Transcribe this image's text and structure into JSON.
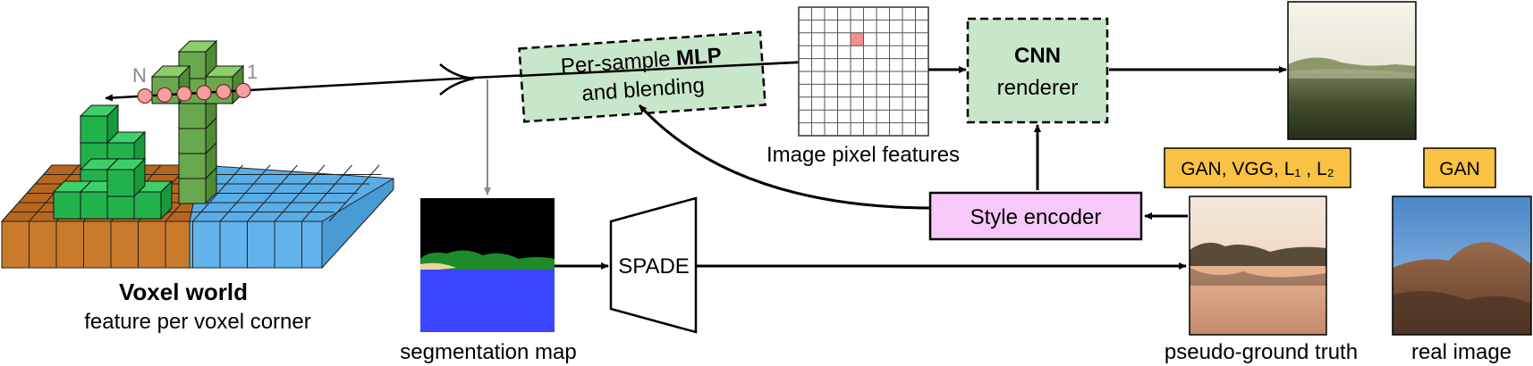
{
  "voxel": {
    "title": "Voxel world",
    "subtitle": "feature per voxel corner",
    "ray_far_label": "N",
    "ray_near_label": "1"
  },
  "mlp": {
    "line1_normal": "Per-sample ",
    "line1_bold": "MLP",
    "line2": "and blending"
  },
  "pixel_grid": {
    "caption": "Image pixel features",
    "rows": 10,
    "cols": 10,
    "highlight_cell": [
      4,
      2
    ]
  },
  "cnn": {
    "title": "CNN",
    "subtitle": "renderer"
  },
  "style_encoder": {
    "label": "Style encoder"
  },
  "segmentation": {
    "caption": "segmentation map"
  },
  "spade": {
    "label": "SPADE"
  },
  "losses": {
    "pseudo": "GAN, VGG, L₁ , L₂",
    "real": "GAN"
  },
  "captions": {
    "pseudo_gt": "pseudo-ground truth",
    "real": "real image"
  },
  "colors": {
    "mlp_fill": "#c8e6c9",
    "cnn_fill": "#c8e6c9",
    "style_fill": "#f8c8f8",
    "loss_fill": "#f9c245",
    "voxel_green": "#22b24c",
    "voxel_olive": "#6aa84f",
    "voxel_brown": "#c97a2b",
    "voxel_blue": "#62b3ec",
    "sample_point": "#f4a0a0",
    "seg_sky": "#000000",
    "seg_water": "#3a45ff"
  }
}
